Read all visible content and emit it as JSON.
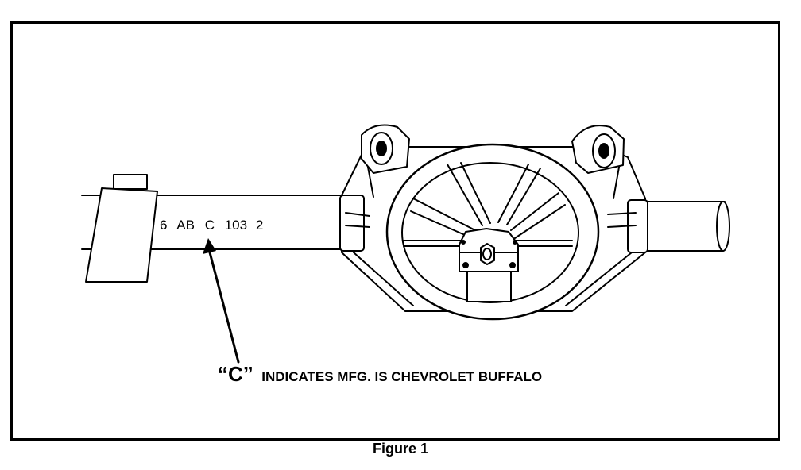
{
  "figure": {
    "caption": "Figure 1"
  },
  "axle_stamp": {
    "parts": [
      "6",
      "AB",
      "C",
      "103",
      "2"
    ]
  },
  "callout": {
    "quoted_letter": "“C”",
    "text": "INDICATES MFG. IS CHEVROLET BUFFALO"
  },
  "style": {
    "ink": "#000000",
    "paper": "#ffffff"
  }
}
